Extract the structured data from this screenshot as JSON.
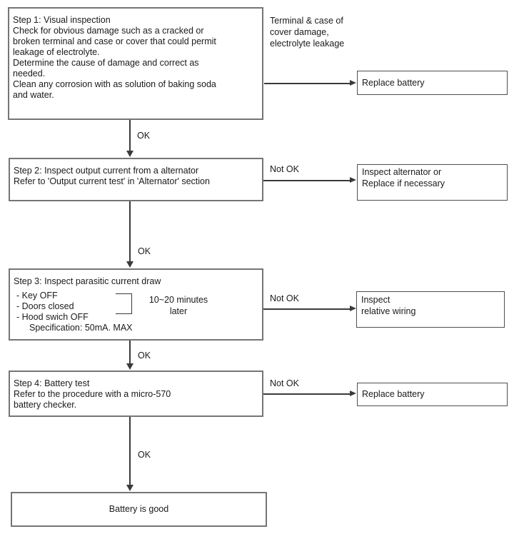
{
  "colors": {
    "background": "#ffffff",
    "box_border": "#757575",
    "outcome_border": "#4f4f4f",
    "arrow_line": "#3a3a3a",
    "text": "#1a1a1a"
  },
  "labels": {
    "ok": "OK",
    "not_ok": "Not OK"
  },
  "side_note": "Terminal & case of\ncover damage,\nelectrolyte leakage",
  "steps": {
    "step1": {
      "text": "Step 1: Visual inspection\nCheck for obvious damage such as a cracked or\nbroken terminal and case or cover that could permit\nleakage of electrolyte.\nDetermine the cause of damage and correct as\nneeded.\nClean any corrosion with as solution of baking soda\nand water."
    },
    "step2": {
      "text": "Step 2: Inspect output current from a alternator\nRefer to 'Output current test' in 'Alternator' section"
    },
    "step3": {
      "title": "Step 3: Inspect parasitic current draw",
      "items": "- Key OFF\n- Doors closed\n- Hood swich OFF",
      "spec": "Specification: 50mA. MAX",
      "timing_note": "10~20 minutes\nlater"
    },
    "step4": {
      "text": "Step 4: Battery test\nRefer to the procedure with a micro-570\nbattery checker."
    }
  },
  "outcomes": {
    "replace_battery_top": "Replace battery",
    "inspect_alternator": "Inspect alternator or\nReplace if necessary",
    "inspect_wiring": "Inspect\nrelative wiring",
    "replace_battery_bottom": "Replace battery",
    "battery_good": "Battery is good"
  }
}
